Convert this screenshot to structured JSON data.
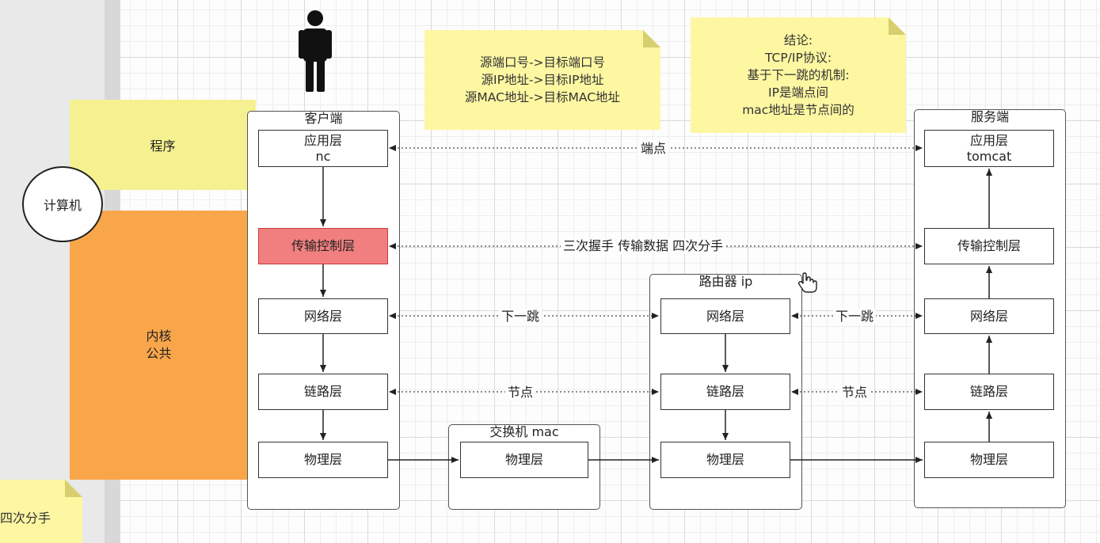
{
  "notes": {
    "addresses": "源端口号->目标端口号\n源IP地址->目标IP地址\n源MAC地址->目标MAC地址",
    "conclusion": "结论:\nTCP/IP协议:\n基于下一跳的机制:\nIP是端点间\nmac地址是节点间的",
    "bottom_left": "四次分手"
  },
  "computer": {
    "label": "计算机",
    "program_label": "程序",
    "kernel_label": "内核\n公共"
  },
  "client": {
    "title": "客户端",
    "layers": [
      "应用层\nnc",
      "传输控制层",
      "网络层",
      "链路层",
      "物理层"
    ]
  },
  "switch": {
    "title": "交换机  mac",
    "layers": [
      "物理层"
    ]
  },
  "router": {
    "title": "路由器  ip",
    "layers": [
      "网络层",
      "链路层",
      "物理层"
    ]
  },
  "server": {
    "title": "服务端",
    "layers": [
      "应用层\ntomcat",
      "传输控制层",
      "网络层",
      "链路层",
      "物理层"
    ]
  },
  "edges": {
    "endpoint": "端点",
    "tcp": "三次握手  传输数据  四次分手",
    "next_hop_left": "下一跳",
    "next_hop_right": "下一跳",
    "node_left": "节点",
    "node_right": "节点"
  },
  "colors": {
    "note": "#fdf7a2",
    "kernel": "#f9a64b",
    "highlight": "#f27f7f"
  }
}
